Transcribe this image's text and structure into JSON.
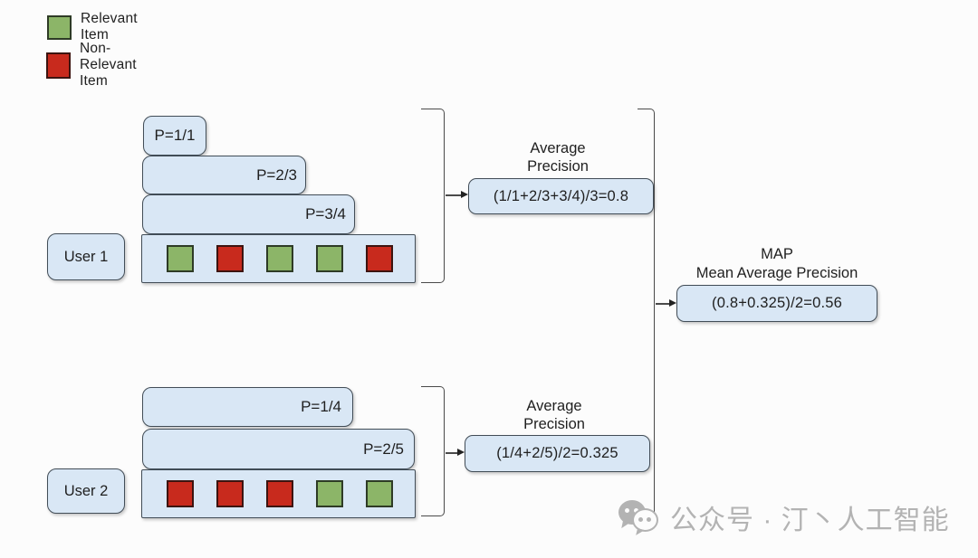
{
  "legend": {
    "items": [
      {
        "label": "Relevant Item",
        "type": "relevant"
      },
      {
        "label": "Non- Relevant Item",
        "type": "non-relevant"
      }
    ]
  },
  "users": [
    {
      "label": "User 1",
      "precision_steps": [
        "P=1/1",
        "P=2/3",
        "P=3/4"
      ],
      "items": [
        "relevant",
        "non-relevant",
        "relevant",
        "relevant",
        "non-relevant"
      ],
      "ap_title": [
        "Average",
        "Precision"
      ],
      "ap_formula": "(1/1+2/3+3/4)/3=0.8"
    },
    {
      "label": "User 2",
      "precision_steps": [
        "P=1/4",
        "P=2/5"
      ],
      "items": [
        "non-relevant",
        "non-relevant",
        "non-relevant",
        "relevant",
        "relevant"
      ],
      "ap_title": [
        "Average",
        "Precision"
      ],
      "ap_formula": "(1/4+2/5)/2=0.325"
    }
  ],
  "map": {
    "title": "MAP",
    "subtitle": "Mean Average Precision",
    "formula": "(0.8+0.325)/2=0.56"
  },
  "watermark": {
    "icon": "wechat-logo",
    "text": "公众号 · 汀丶人工智能"
  },
  "colors": {
    "background": "#fcfcfc",
    "box_fill": "#d9e7f5",
    "box_border": "#424d57",
    "relevant": "#8cb568",
    "relevant_border": "#2e3b26",
    "non_relevant": "#c82a1d",
    "non_relevant_border": "#3c1410",
    "line": "#4a4a4a",
    "watermark": "#b3b3b3",
    "text": "#1f1f1f"
  }
}
